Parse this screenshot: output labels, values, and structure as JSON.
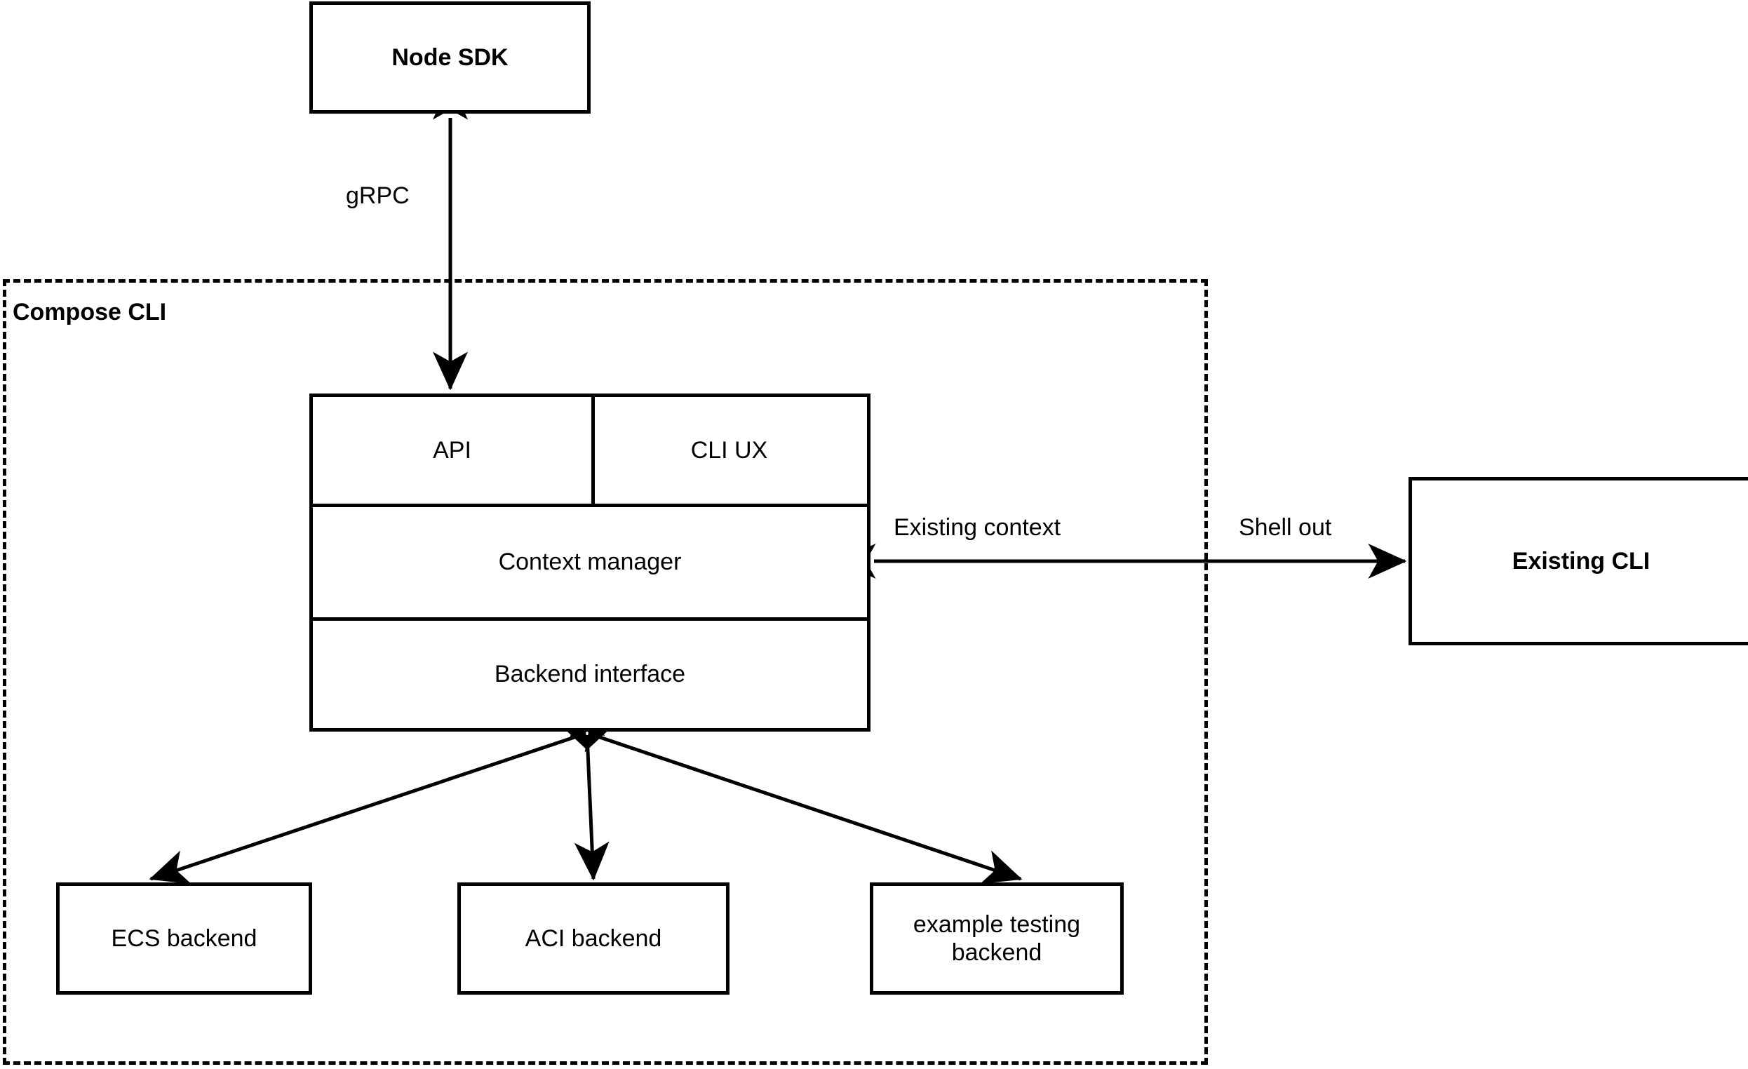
{
  "diagram": {
    "title_present": false,
    "background_color": "#ffffff",
    "line_color": "#000000",
    "nodes": {
      "node_sdk": {
        "label": "Node SDK",
        "bold": true
      },
      "existing_cli": {
        "label": "Existing CLI",
        "bold": true
      },
      "api": {
        "label": "API",
        "bold": false
      },
      "cli_ux": {
        "label": "CLI UX",
        "bold": false
      },
      "context_manager": {
        "label": "Context manager",
        "bold": false
      },
      "backend_interface": {
        "label": "Backend interface",
        "bold": false
      },
      "ecs_backend": {
        "label": "ECS backend",
        "bold": false
      },
      "aci_backend": {
        "label": "ACI backend",
        "bold": false
      },
      "example_testing_backend": {
        "label": "example testing\nbackend",
        "bold": false
      }
    },
    "group": {
      "compose_cli": {
        "label": "Compose CLI",
        "border_style": "dashed",
        "bold": true
      }
    },
    "edge_labels": {
      "grpc": "gRPC",
      "existing_context": "Existing context",
      "shell_out": "Shell out"
    }
  }
}
